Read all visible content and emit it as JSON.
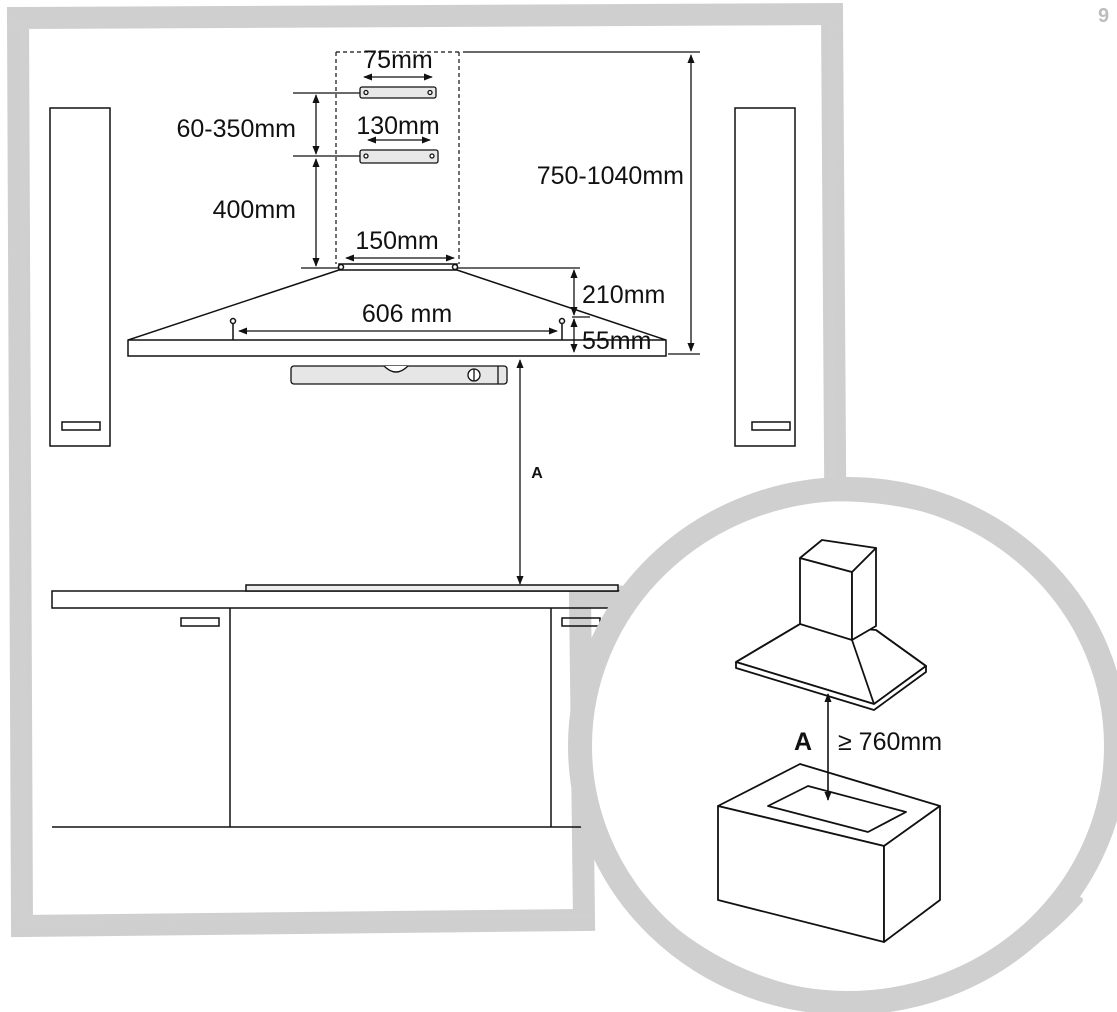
{
  "page_number": "9",
  "dimensions": {
    "bracket_top_width": "75mm",
    "bracket_middle_width": "130mm",
    "bracket_spacing": "60-350mm",
    "lower_bracket_to_hood": "400mm",
    "chimney_base_width": "150mm",
    "total_height": "750-1040mm",
    "hood_slope_height": "210mm",
    "hood_rim_height": "55mm",
    "hood_fixing_span": "606 mm",
    "clearance_label": "A"
  },
  "inset": {
    "clearance_label": "A",
    "clearance_value": "≥ 760mm"
  },
  "colors": {
    "frame": "#cfcfcf",
    "line": "#111111",
    "background": "#ffffff"
  }
}
